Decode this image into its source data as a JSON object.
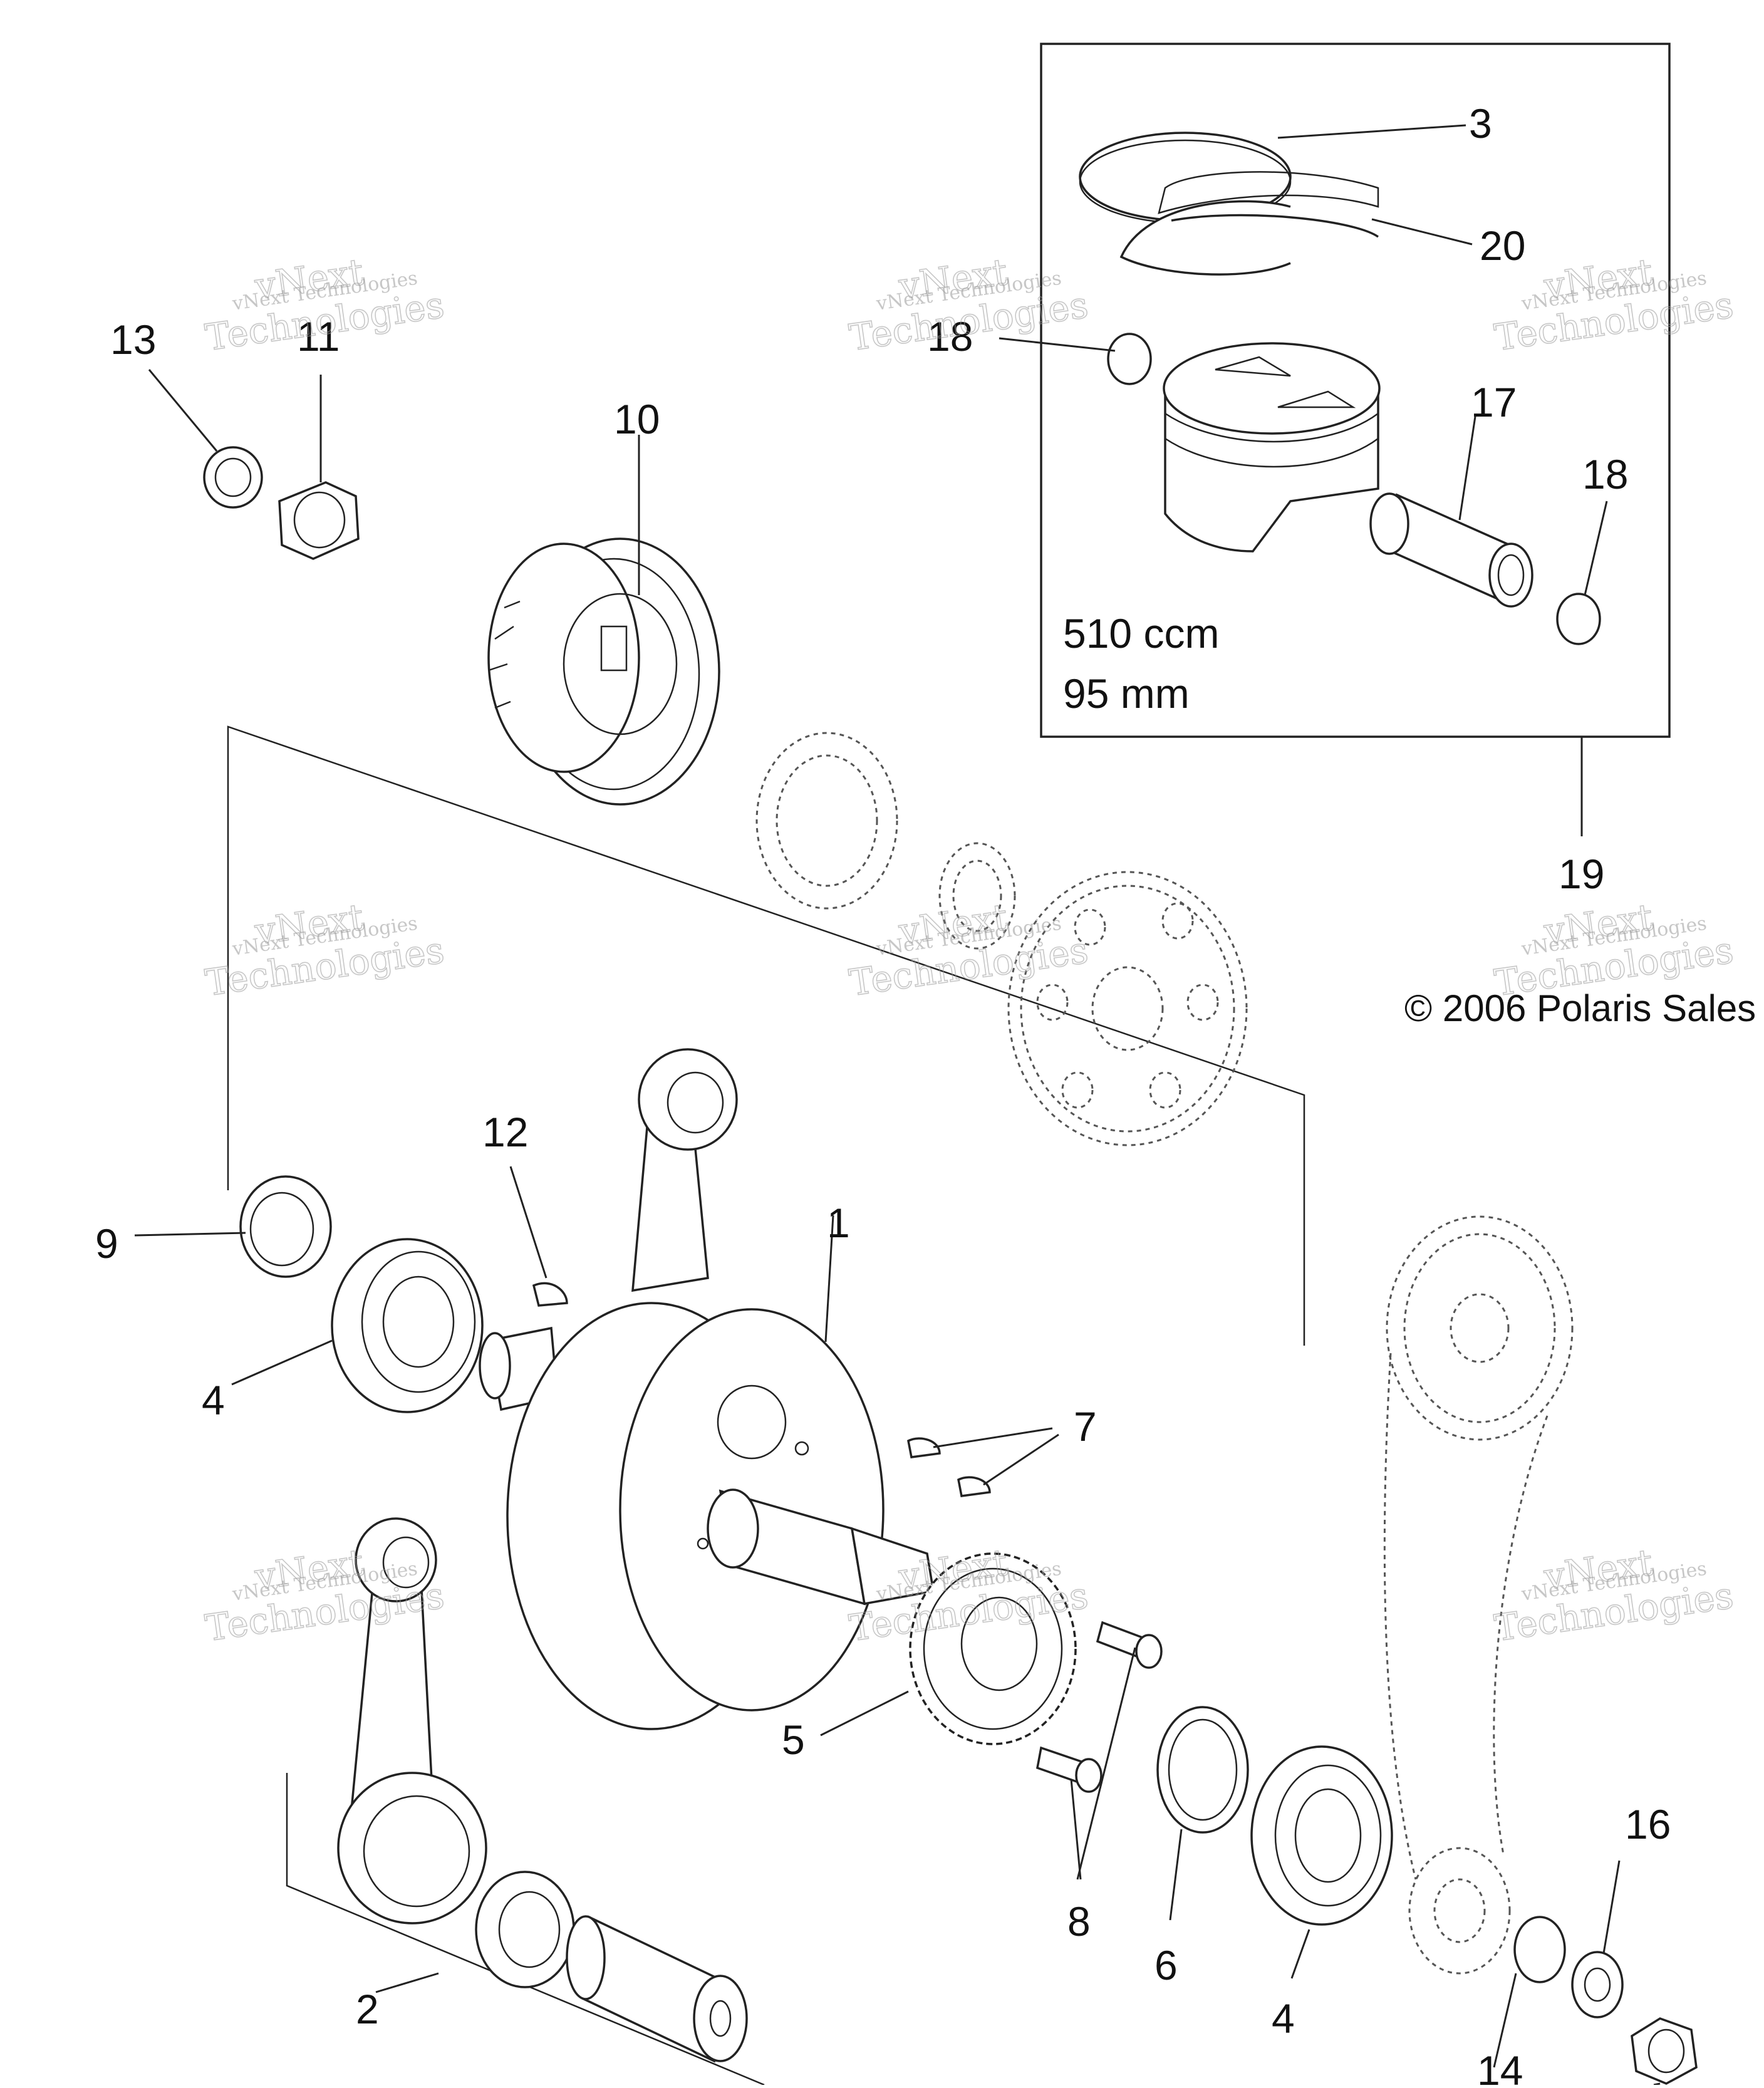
{
  "callouts": {
    "c1": "1",
    "c2": "2",
    "c3": "3",
    "c4a": "4",
    "c4b": "4",
    "c5": "5",
    "c6": "6",
    "c7": "7",
    "c8": "8",
    "c9": "9",
    "c10": "10",
    "c11": "11",
    "c12": "12",
    "c13": "13",
    "c14": "14",
    "c16": "16",
    "c17": "17",
    "c18a": "18",
    "c18b": "18",
    "c19": "19",
    "c20": "20"
  },
  "inset": {
    "displacement": "510 ccm",
    "bore": "95 mm"
  },
  "copyright": "© 2006 Polaris Sales",
  "watermark": {
    "line1": "vNext Technologies",
    "line2": "vNext",
    "line3": "Technologies"
  }
}
